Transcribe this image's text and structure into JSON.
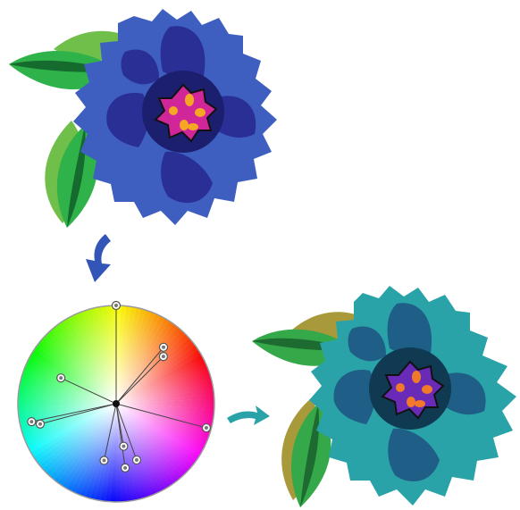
{
  "original_palette": {
    "petal_light": "#3f5fc0",
    "petal_dark": "#2a2f96",
    "center_ring": "#1b1f6e",
    "center": "#d0269a",
    "stamen": "#f5a623",
    "leaf_light": "#2fb24a",
    "leaf_dark": "#156b2e",
    "leaf_back": "#6fbf4a"
  },
  "recolored_palette": {
    "petal_light": "#2aa3a8",
    "petal_dark": "#1f5e86",
    "center_ring": "#0f3a52",
    "center": "#6a2ab8",
    "stamen": "#f07a2a",
    "leaf_light": "#35a84a",
    "leaf_dark": "#1d6b30",
    "leaf_back": "#a89a3a"
  },
  "arrows": {
    "down_color": "#3355b8",
    "right_color": "#2aa3a8"
  },
  "color_wheel": {
    "markers": [
      {
        "angle_deg": 0,
        "radius": 1.0
      },
      {
        "angle_deg": 40,
        "radius": 0.75
      },
      {
        "angle_deg": 45,
        "radius": 0.68
      },
      {
        "angle_deg": 295,
        "radius": 0.62
      },
      {
        "angle_deg": 258,
        "radius": 0.88
      },
      {
        "angle_deg": 255,
        "radius": 0.8
      },
      {
        "angle_deg": 105,
        "radius": 0.95
      },
      {
        "angle_deg": 170,
        "radius": 0.44
      },
      {
        "angle_deg": 192,
        "radius": 0.59
      },
      {
        "angle_deg": 160,
        "radius": 0.61
      },
      {
        "angle_deg": 172,
        "radius": 0.66
      }
    ]
  }
}
